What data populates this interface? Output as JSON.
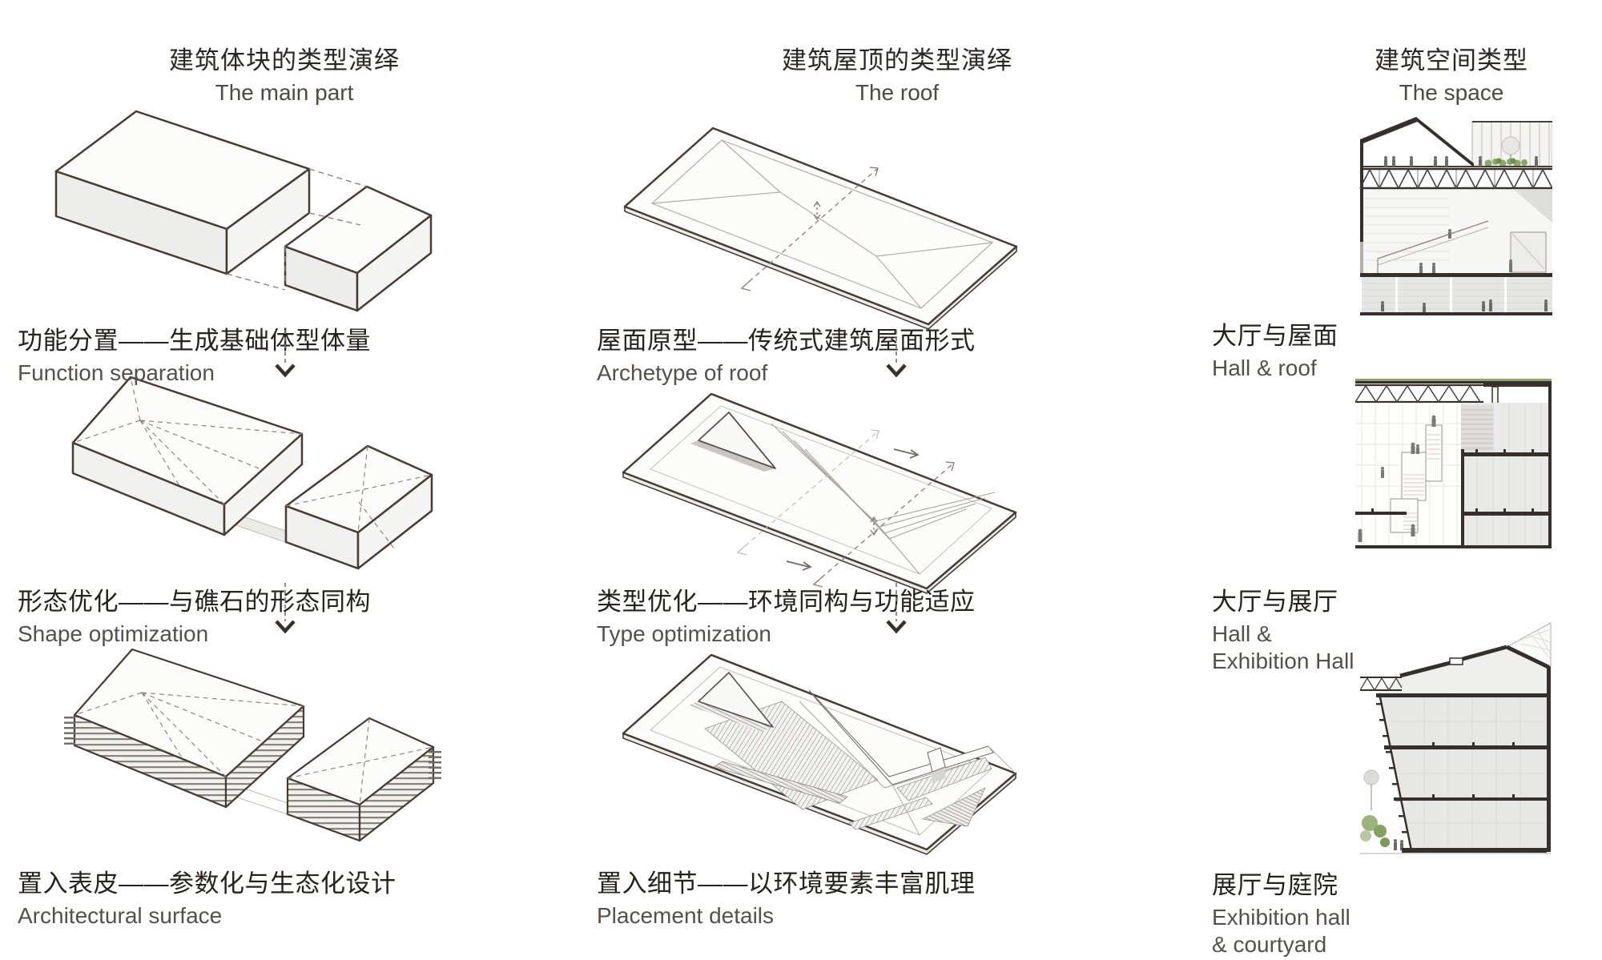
{
  "page": {
    "background": "#ffffff"
  },
  "colors": {
    "text_zh": "#262220",
    "text_en": "#54504c",
    "line_bold": "#463c34",
    "line_mid": "#8d857e",
    "line_light": "#c2bdb7",
    "slab_dark": "#35302b",
    "green_accent": "#8aa86a"
  },
  "icons": {
    "step_arrow": "dashed-down-arrow-icon"
  },
  "columns": [
    {
      "id": "massing",
      "title_zh": "建筑体块的类型演绎",
      "title_en": "The main part",
      "steps": [
        {
          "zh": "功能分置——生成基础体型体量",
          "en": "Function separation",
          "diagram_name": "two-separated-boxes-diagram"
        },
        {
          "zh": "形态优化——与礁石的形态同构",
          "en": "Shape optimization",
          "diagram_name": "faceted-boxes-diagram"
        },
        {
          "zh": "置入表皮——参数化与生态化设计",
          "en": "Architectural surface",
          "diagram_name": "louvered-boxes-diagram"
        }
      ]
    },
    {
      "id": "roof",
      "title_zh": "建筑屋顶的类型演绎",
      "title_en": "The roof",
      "steps": [
        {
          "zh": "屋面原型——传统式建筑屋面形式",
          "en": "Archetype of roof",
          "diagram_name": "hip-roof-plate-diagram"
        },
        {
          "zh": "类型优化——环境同构与功能适应",
          "en": "Type optimization",
          "diagram_name": "folded-roof-plate-diagram"
        },
        {
          "zh": "置入细节——以环境要素丰富肌理",
          "en": "Placement details",
          "diagram_name": "textured-roof-plate-diagram"
        }
      ]
    },
    {
      "id": "space",
      "title_zh": "建筑空间类型",
      "title_en": "The space",
      "steps": [
        {
          "zh": "大厅与屋面",
          "en": "Hall & roof",
          "diagram_name": "section-hall-roof"
        },
        {
          "zh": "大厅与展厅",
          "en": "Hall &\nExhibition Hall",
          "diagram_name": "section-hall-exhibition"
        },
        {
          "zh": "展厅与庭院",
          "en": "Exhibition hall\n& courtyard",
          "diagram_name": "section-exhibition-courtyard"
        }
      ]
    }
  ]
}
